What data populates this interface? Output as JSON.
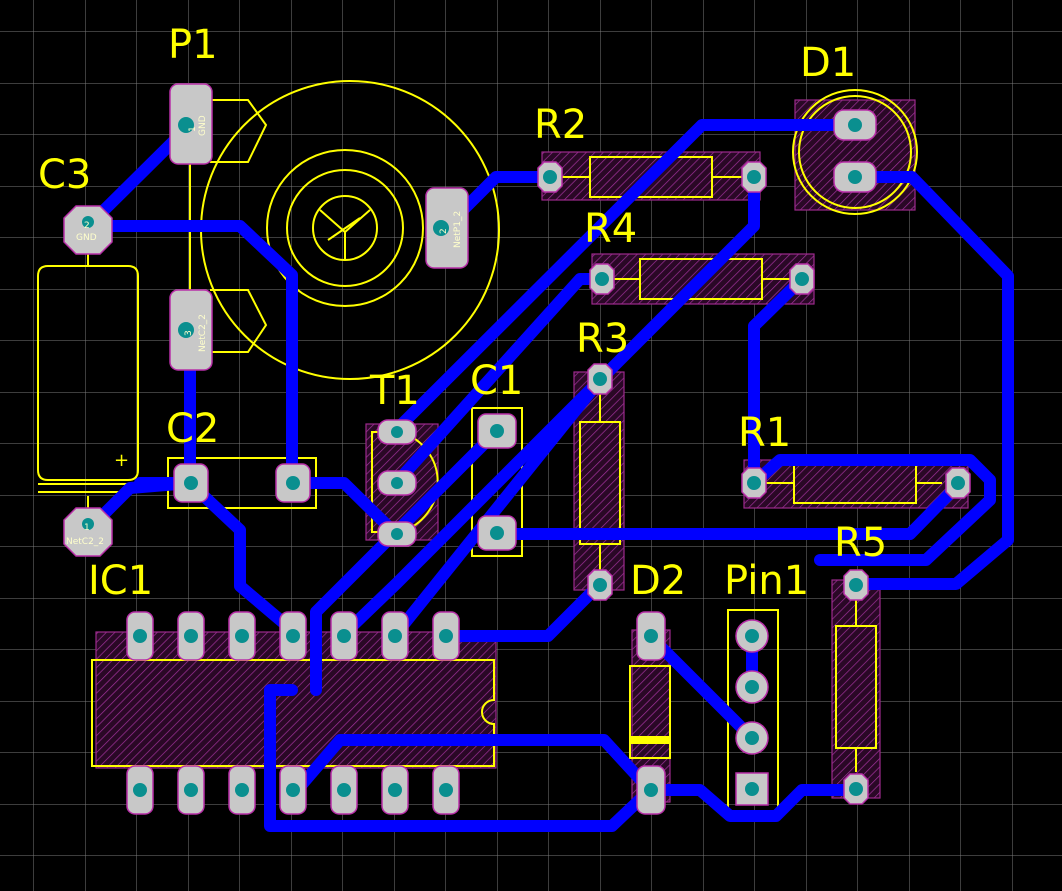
{
  "title": "",
  "colors": {
    "background": "#000000",
    "grid": "#8a8a8a",
    "track": "#0000ff",
    "silkscreen": "#ffff00",
    "pad": "#c8c8c8",
    "pad_outline": "#b82fa8",
    "drill": "#0a8f8f",
    "courtyard_hatch": "#9c2a8c"
  },
  "designators": {
    "P1": "P1",
    "C3": "C3",
    "R2": "R2",
    "D1": "D1",
    "R4": "R4",
    "R3": "R3",
    "T1": "T1",
    "C1": "C1",
    "C2": "C2",
    "R1": "R1",
    "R5": "R5",
    "IC1": "IC1",
    "D2": "D2",
    "Pin1": "Pin1"
  },
  "pad_labels": {
    "p1_pad1_num": "1",
    "p1_pad1_net": "GND",
    "p1_pad2_num": "2",
    "p1_pad2_net": "NetP1_2",
    "p1_pad3_num": "3",
    "p1_pad3_net": "NetC2_2",
    "c3_pad2_num": "2",
    "c3_pad2_net": "GND",
    "c3_pad1_num": "1",
    "c3_pad1_net": "NetC2_2",
    "c3_polarity": "+"
  }
}
